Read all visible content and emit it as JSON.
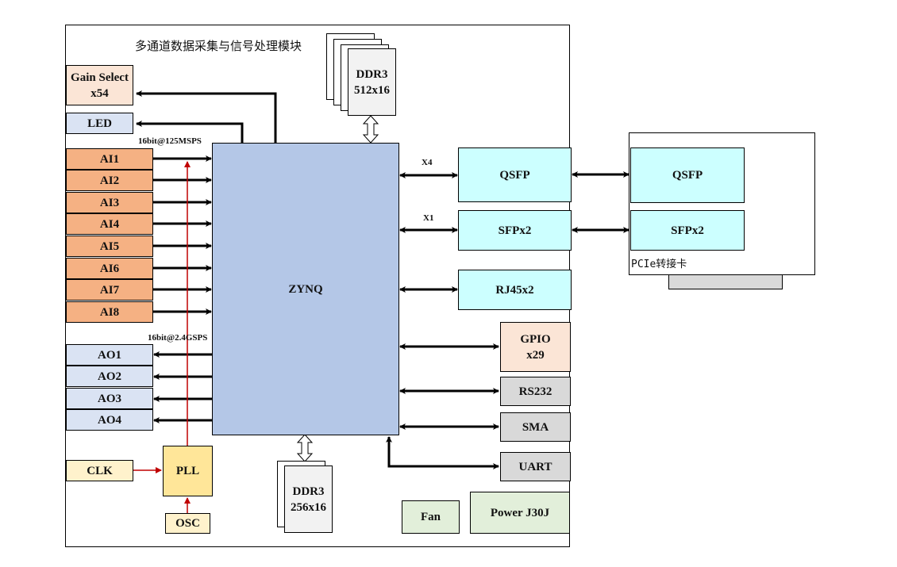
{
  "module": {
    "title": "多通道数据采集与信号处理模块"
  },
  "left": {
    "gain_select": [
      "Gain Select",
      "x54"
    ],
    "led": "LED",
    "ai_rate": "16bit@125MSPS",
    "ai": [
      "AI1",
      "AI2",
      "AI3",
      "AI4",
      "AI5",
      "AI6",
      "AI7",
      "AI8"
    ],
    "ao_rate": "16bit@2.4GSPS",
    "ao": [
      "AO1",
      "AO2",
      "AO3",
      "AO4"
    ],
    "clk": "CLK",
    "pll": "PLL",
    "osc": "OSC"
  },
  "center": {
    "fpga": "ZYNQ",
    "ddr_top": [
      "DDR3",
      "512x16"
    ],
    "ddr_bottom": [
      "DDR3",
      "256x16"
    ]
  },
  "right": {
    "qsfp_link": "X4",
    "sfp_link": "X1",
    "qsfp": "QSFP",
    "sfp": "SFPx2",
    "rj45": "RJ45x2",
    "gpio": [
      "GPIO",
      "x29"
    ],
    "rs232": "RS232",
    "sma": "SMA",
    "uart": "UART",
    "fan": "Fan",
    "power": "Power J30J"
  },
  "pcie_card": {
    "label": "PCIe转接卡",
    "qsfp": "QSFP",
    "sfp": "SFPx2"
  },
  "colors": {
    "fpga": "#b4c7e7",
    "ai": "#f5b183",
    "ao": "#dae3f3",
    "network": "#ccffff",
    "io_gray": "#d9d9d9",
    "clock_line": "#c00000"
  }
}
